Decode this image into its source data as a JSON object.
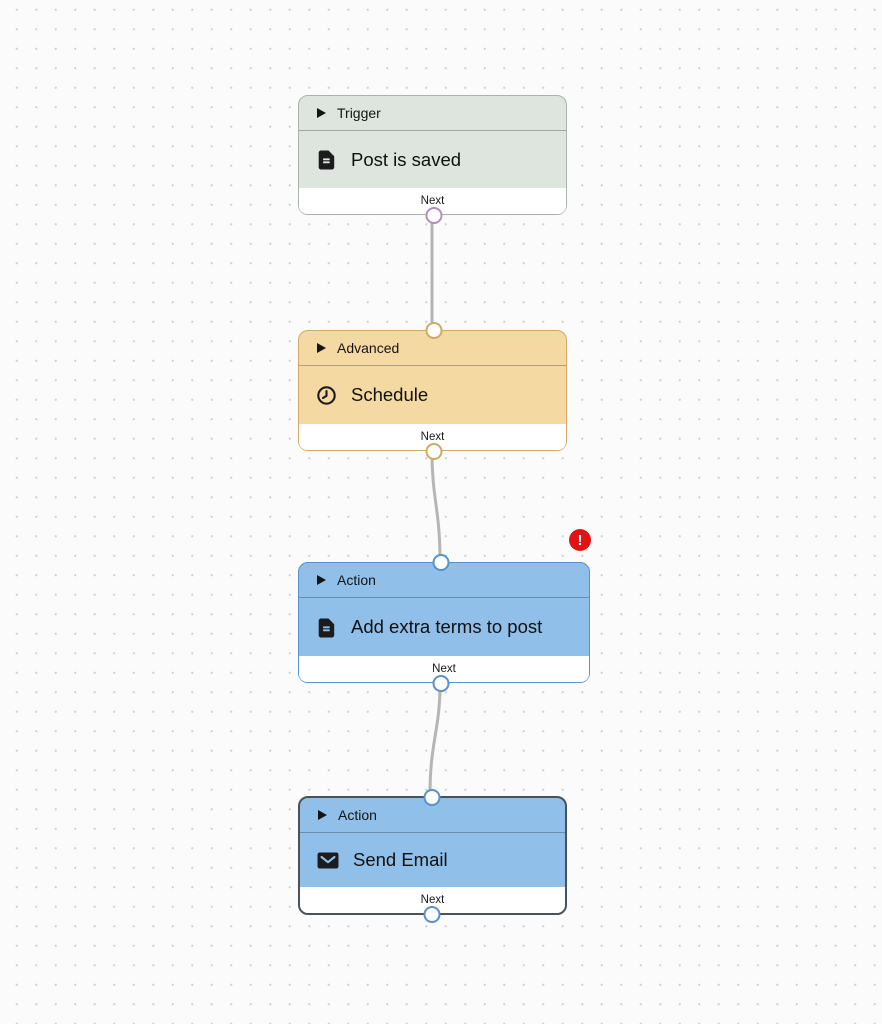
{
  "canvas": {
    "background": "#fbfbfb",
    "dot_color": "#cfcfcf"
  },
  "edges": {
    "color": "#b5b5b5",
    "connections": [
      {
        "from": "Post is saved",
        "to": "Schedule"
      },
      {
        "from": "Schedule",
        "to": "Add extra terms to post"
      },
      {
        "from": "Add extra terms to post",
        "to": "Send Email"
      }
    ]
  },
  "error_badge": {
    "symbol": "!",
    "color": "#e01414",
    "attached_to": "Add extra terms to post"
  },
  "nodes": [
    {
      "category": "Trigger",
      "title": "Post is saved",
      "icon": "document-icon",
      "next_label": "Next",
      "has_error": false,
      "selected": false,
      "colors": {
        "bg": "#dee5de",
        "border": "#a9b3aa",
        "port": "#b48cc0"
      }
    },
    {
      "category": "Advanced",
      "title": "Schedule",
      "icon": "clock-icon",
      "next_label": "Next",
      "has_error": false,
      "selected": false,
      "colors": {
        "bg": "#f4d9a2",
        "border": "#d3a965",
        "port": "#d3a965"
      }
    },
    {
      "category": "Action",
      "title": "Add extra terms to post",
      "icon": "document-icon",
      "next_label": "Next",
      "has_error": true,
      "selected": false,
      "colors": {
        "bg": "#90c0e9",
        "border": "#5792cc",
        "port": "#5792cc"
      }
    },
    {
      "category": "Action",
      "title": "Send Email",
      "icon": "envelope-icon",
      "next_label": "Next",
      "has_error": false,
      "selected": true,
      "colors": {
        "bg": "#90c0e9",
        "border": "#49525a",
        "port": "#5792cc"
      }
    }
  ]
}
